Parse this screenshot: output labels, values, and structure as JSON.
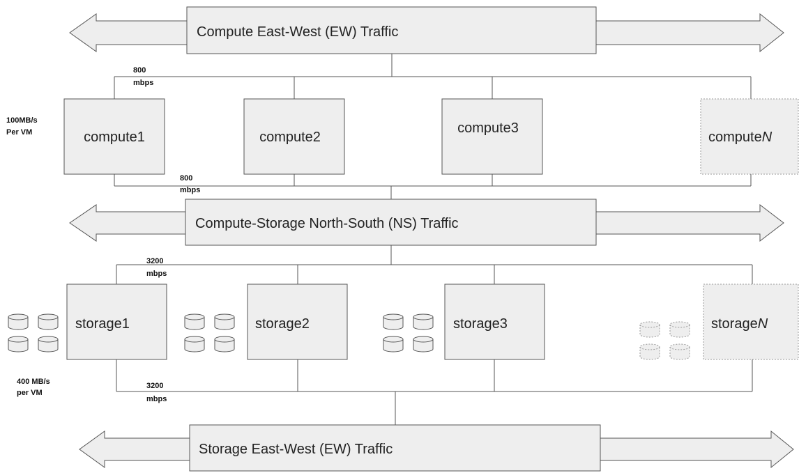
{
  "bars": {
    "compute_ew": "Compute East-West (EW) Traffic",
    "ns": "Compute-Storage North-South (NS) Traffic",
    "storage_ew": "Storage East-West (EW) Traffic"
  },
  "compute_nodes": [
    {
      "name": "compute1"
    },
    {
      "name": "compute2"
    },
    {
      "name": "compute3"
    },
    {
      "name_base": "compute",
      "name_suffix": "N"
    }
  ],
  "storage_nodes": [
    {
      "name": "storage1"
    },
    {
      "name": "storage2"
    },
    {
      "name": "storage3"
    },
    {
      "name_base": "storage",
      "name_suffix": "N"
    }
  ],
  "labels": {
    "compute_top_bw_1": "800",
    "compute_top_bw_2": "mbps",
    "compute_bottom_bw_1": "800",
    "compute_bottom_bw_2": "mbps",
    "compute_rate_1": "100MB/s",
    "compute_rate_2": "Per VM",
    "storage_top_bw_1": "3200",
    "storage_top_bw_2": "mbps",
    "storage_bottom_bw_1": "3200",
    "storage_bottom_bw_2": "mbps",
    "storage_rate_1": "400 MB/s",
    "storage_rate_2": "per VM"
  },
  "colors": {
    "box_fill": "#eeeeee",
    "stroke": "#555555",
    "dashed_stroke": "#999999"
  }
}
